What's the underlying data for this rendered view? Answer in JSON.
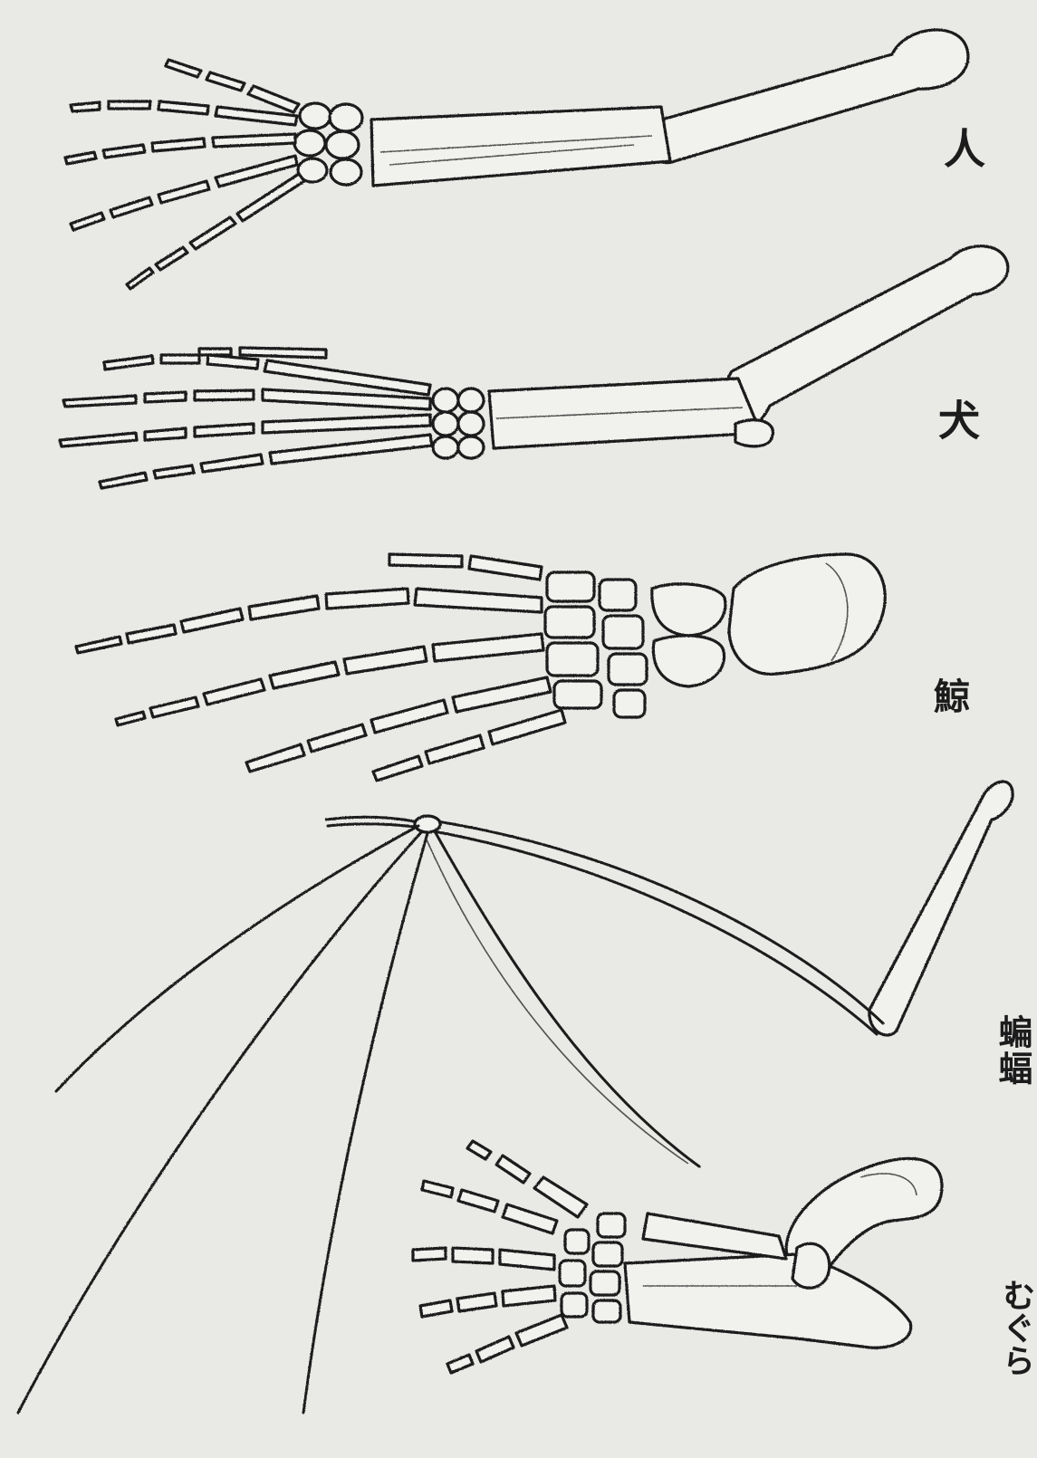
{
  "labels": {
    "human": "人",
    "dog": "犬",
    "whale": "鯨",
    "bat": "蝙蝠",
    "mole": "むぐら"
  },
  "colors": {
    "paper": "#e9e9e6",
    "ink": "#1a1a1a",
    "bone_fill": "#f1f1ee"
  }
}
